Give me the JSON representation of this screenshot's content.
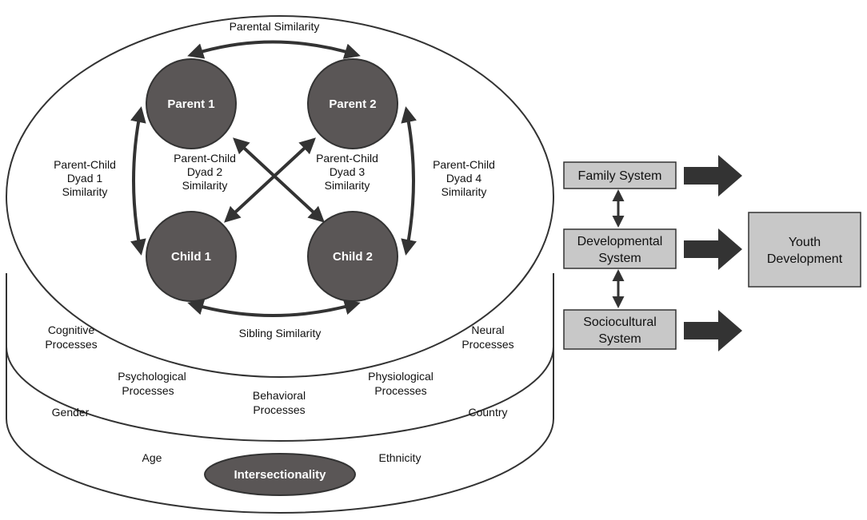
{
  "colors": {
    "node_fill": "#5a5656",
    "box_fill": "#c8c8c8",
    "line": "#333333",
    "arrow_fill": "#333333"
  },
  "nodes": {
    "parent1": "Parent 1",
    "parent2": "Parent 2",
    "child1": "Child 1",
    "child2": "Child 2"
  },
  "relations": {
    "parental_similarity": "Parental Similarity",
    "sibling_similarity": "Sibling Similarity",
    "dyad1": [
      "Parent-Child",
      "Dyad 1",
      "Similarity"
    ],
    "dyad2": [
      "Parent-Child",
      "Dyad 2",
      "Similarity"
    ],
    "dyad3": [
      "Parent-Child",
      "Dyad 3",
      "Similarity"
    ],
    "dyad4": [
      "Parent-Child",
      "Dyad 4",
      "Similarity"
    ]
  },
  "processes": {
    "cognitive": [
      "Cognitive",
      "Processes"
    ],
    "neural": [
      "Neural",
      "Processes"
    ],
    "psychological": [
      "Psychological",
      "Processes"
    ],
    "physiological": [
      "Physiological",
      "Processes"
    ],
    "behavioral": [
      "Behavioral",
      "Processes"
    ]
  },
  "demographics": {
    "gender": "Gender",
    "country": "Country",
    "age": "Age",
    "ethnicity": "Ethnicity",
    "intersectionality": "Intersectionality"
  },
  "systems": {
    "family": [
      "Family System"
    ],
    "developmental": [
      "Developmental",
      "System"
    ],
    "sociocultural": [
      "Sociocultural",
      "System"
    ]
  },
  "outcome": [
    "Youth",
    "Development"
  ]
}
